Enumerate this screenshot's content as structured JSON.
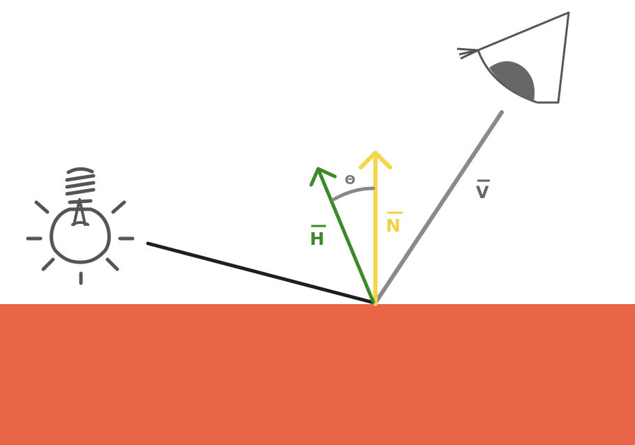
{
  "diagram": {
    "labels": {
      "halfway": "H",
      "normal": "N",
      "view": "V",
      "angle": "Θ"
    },
    "colors": {
      "background": "#ffffff",
      "surface": "#e86646",
      "halfway_vector": "#3b8a2a",
      "normal_vector": "#f7d548",
      "view_vector": "#8a8a8a",
      "light_ray": "#1e1e1e",
      "icon_stroke": "#555555",
      "angle_arc": "#888888"
    },
    "icons": [
      "light-bulb-icon",
      "eye-icon"
    ]
  }
}
